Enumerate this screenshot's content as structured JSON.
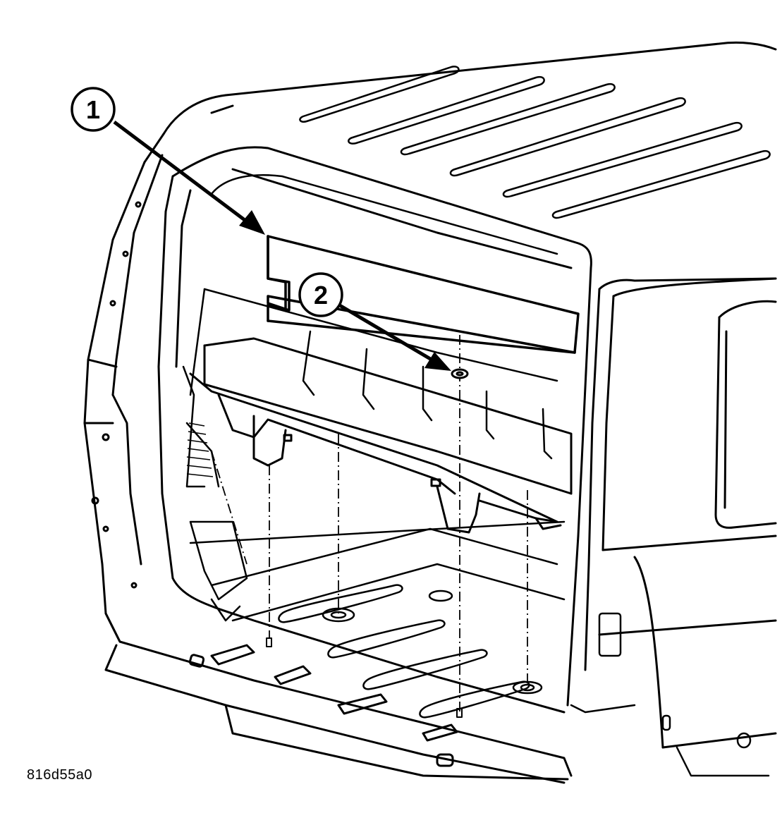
{
  "diagram": {
    "callouts": [
      {
        "number": "1",
        "part": "load-floor-panel"
      },
      {
        "number": "2",
        "part": "mounting-nut"
      }
    ],
    "figure_code": "816d55a0",
    "ink_color": "#000000",
    "paper_color": "#ffffff"
  }
}
